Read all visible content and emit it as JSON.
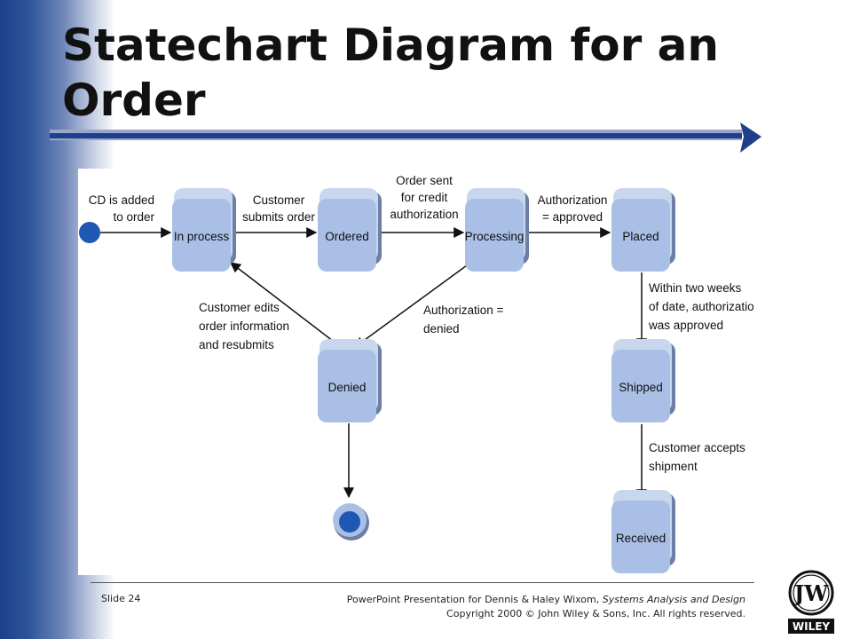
{
  "slide": {
    "title_line1": "Statechart Diagram for an",
    "title_line2": "Order",
    "slide_label": "Slide 24",
    "footer_prefix": "PowerPoint Presentation for Dennis & Haley Wixom, ",
    "footer_book": "Systems Analysis and Design",
    "copyright": "Copyright 2000 © John Wiley & Sons, Inc.  All rights reserved.",
    "logo_text": "WILEY"
  },
  "colors": {
    "state_fill": "#a9bfe6",
    "state_shadow": "#6d7fa6",
    "initial_dot": "#1f58b3",
    "bar_dark": "#1d3f8c"
  },
  "diagram": {
    "states": {
      "in_process": "In process",
      "ordered": "Ordered",
      "processing": "Processing",
      "placed": "Placed",
      "denied": "Denied",
      "shipped": "Shipped",
      "received": "Received"
    },
    "transitions": {
      "cd_added": [
        "CD is added",
        "to order"
      ],
      "customer_submits": [
        "Customer",
        "submits order"
      ],
      "order_sent": [
        "Order sent",
        "for credit",
        "authorization"
      ],
      "auth_approved": [
        "Authorization",
        "= approved"
      ],
      "within_two_weeks": [
        "Within two weeks",
        "of date, authorization",
        "was approved"
      ],
      "customer_accepts": [
        "Customer accepts",
        "shipment"
      ],
      "auth_denied": [
        "Authorization =",
        "denied"
      ],
      "customer_edits": [
        "Customer edits",
        "order information",
        "and resubmits"
      ]
    }
  }
}
